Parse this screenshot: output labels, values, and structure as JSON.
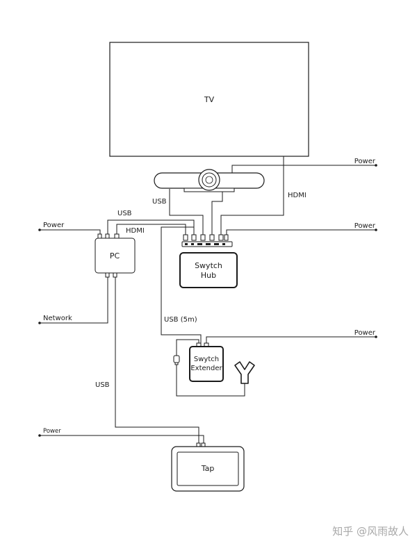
{
  "devices": {
    "tv": "TV",
    "pc": "PC",
    "hub": [
      "Swytch",
      "Hub"
    ],
    "extender": [
      "Swytch",
      "Extender"
    ],
    "tap": "Tap"
  },
  "labels": {
    "power_tv": "Power",
    "power_pc": "Power",
    "power_hub": "Power",
    "power_extender": "Power",
    "power_tap": "Power",
    "network": "Network",
    "usb_camera": "USB",
    "hdmi_tv": "HDMI",
    "usb_pc": "USB",
    "hdmi_pc": "HDMI",
    "usb_5m": "USB (5m)",
    "usb_tap": "USB"
  },
  "watermark": "知乎 @风雨故人",
  "colors": {
    "line": "#1a1a1a",
    "watermark": "#a8a8a8",
    "background": "#ffffff"
  }
}
